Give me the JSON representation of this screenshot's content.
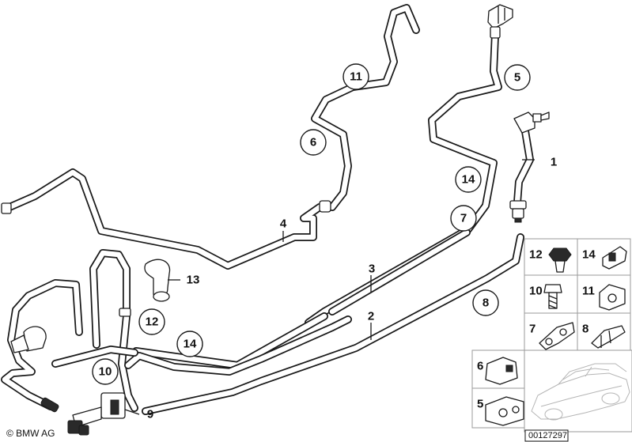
{
  "callouts_circled": [
    {
      "id": "c11",
      "label": "11"
    },
    {
      "id": "c6",
      "label": "6"
    },
    {
      "id": "c5",
      "label": "5"
    },
    {
      "id": "c14a",
      "label": "14"
    },
    {
      "id": "c7",
      "label": "7"
    },
    {
      "id": "c8",
      "label": "8"
    },
    {
      "id": "c12",
      "label": "12"
    },
    {
      "id": "c14b",
      "label": "14"
    },
    {
      "id": "c10",
      "label": "10"
    }
  ],
  "callouts_plain": [
    {
      "id": "p1",
      "label": "1"
    },
    {
      "id": "p4",
      "label": "4"
    },
    {
      "id": "p3",
      "label": "3"
    },
    {
      "id": "p2",
      "label": "2"
    },
    {
      "id": "p13",
      "label": "13"
    },
    {
      "id": "p9",
      "label": "9"
    }
  ],
  "parts_grid": [
    {
      "id": "g12",
      "label": "12"
    },
    {
      "id": "g14",
      "label": "14"
    },
    {
      "id": "g10",
      "label": "10"
    },
    {
      "id": "g11",
      "label": "11"
    },
    {
      "id": "g7",
      "label": "7"
    },
    {
      "id": "g8",
      "label": "8"
    },
    {
      "id": "g6",
      "label": "6"
    },
    {
      "id": "g5",
      "label": "5"
    }
  ],
  "copyright": "© BMW AG",
  "reference_number": "00127297"
}
